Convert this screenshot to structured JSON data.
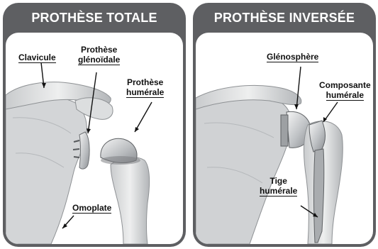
{
  "panels": [
    {
      "title": "PROTHÈSE TOTALE",
      "labels": {
        "clavicule": "Clavicule",
        "prothese_glenoidale_1": "Prothèse",
        "prothese_glenoidale_2": "glénoïdale",
        "prothese_humerale_1": "Prothèse",
        "prothese_humerale_2": "humérale",
        "omoplate": "Omoplate"
      }
    },
    {
      "title": "PROTHÈSE INVERSÉE",
      "labels": {
        "glenosphere": "Glénosphère",
        "composante_humerale_1": "Composante",
        "composante_humerale_2": "humérale",
        "tige_humerale_1": "Tige",
        "tige_humerale_2": "humérale"
      }
    }
  ]
}
